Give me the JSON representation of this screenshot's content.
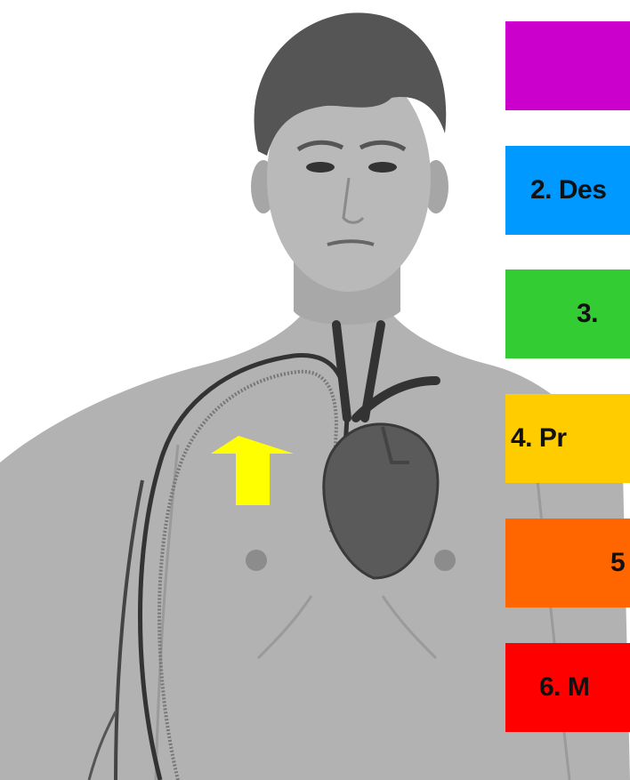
{
  "steps": [
    {
      "label": "",
      "color": "#cc00cc"
    },
    {
      "label": "2. Des",
      "color": "#0099ff"
    },
    {
      "label": "3.",
      "color": "#33cc33"
    },
    {
      "label": "4. Pr",
      "color": "#ffcc00"
    },
    {
      "label": "5",
      "color": "#ff6600"
    },
    {
      "label": "6. M",
      "color": "#ff0000"
    }
  ],
  "arrow_color": "#ffff00"
}
